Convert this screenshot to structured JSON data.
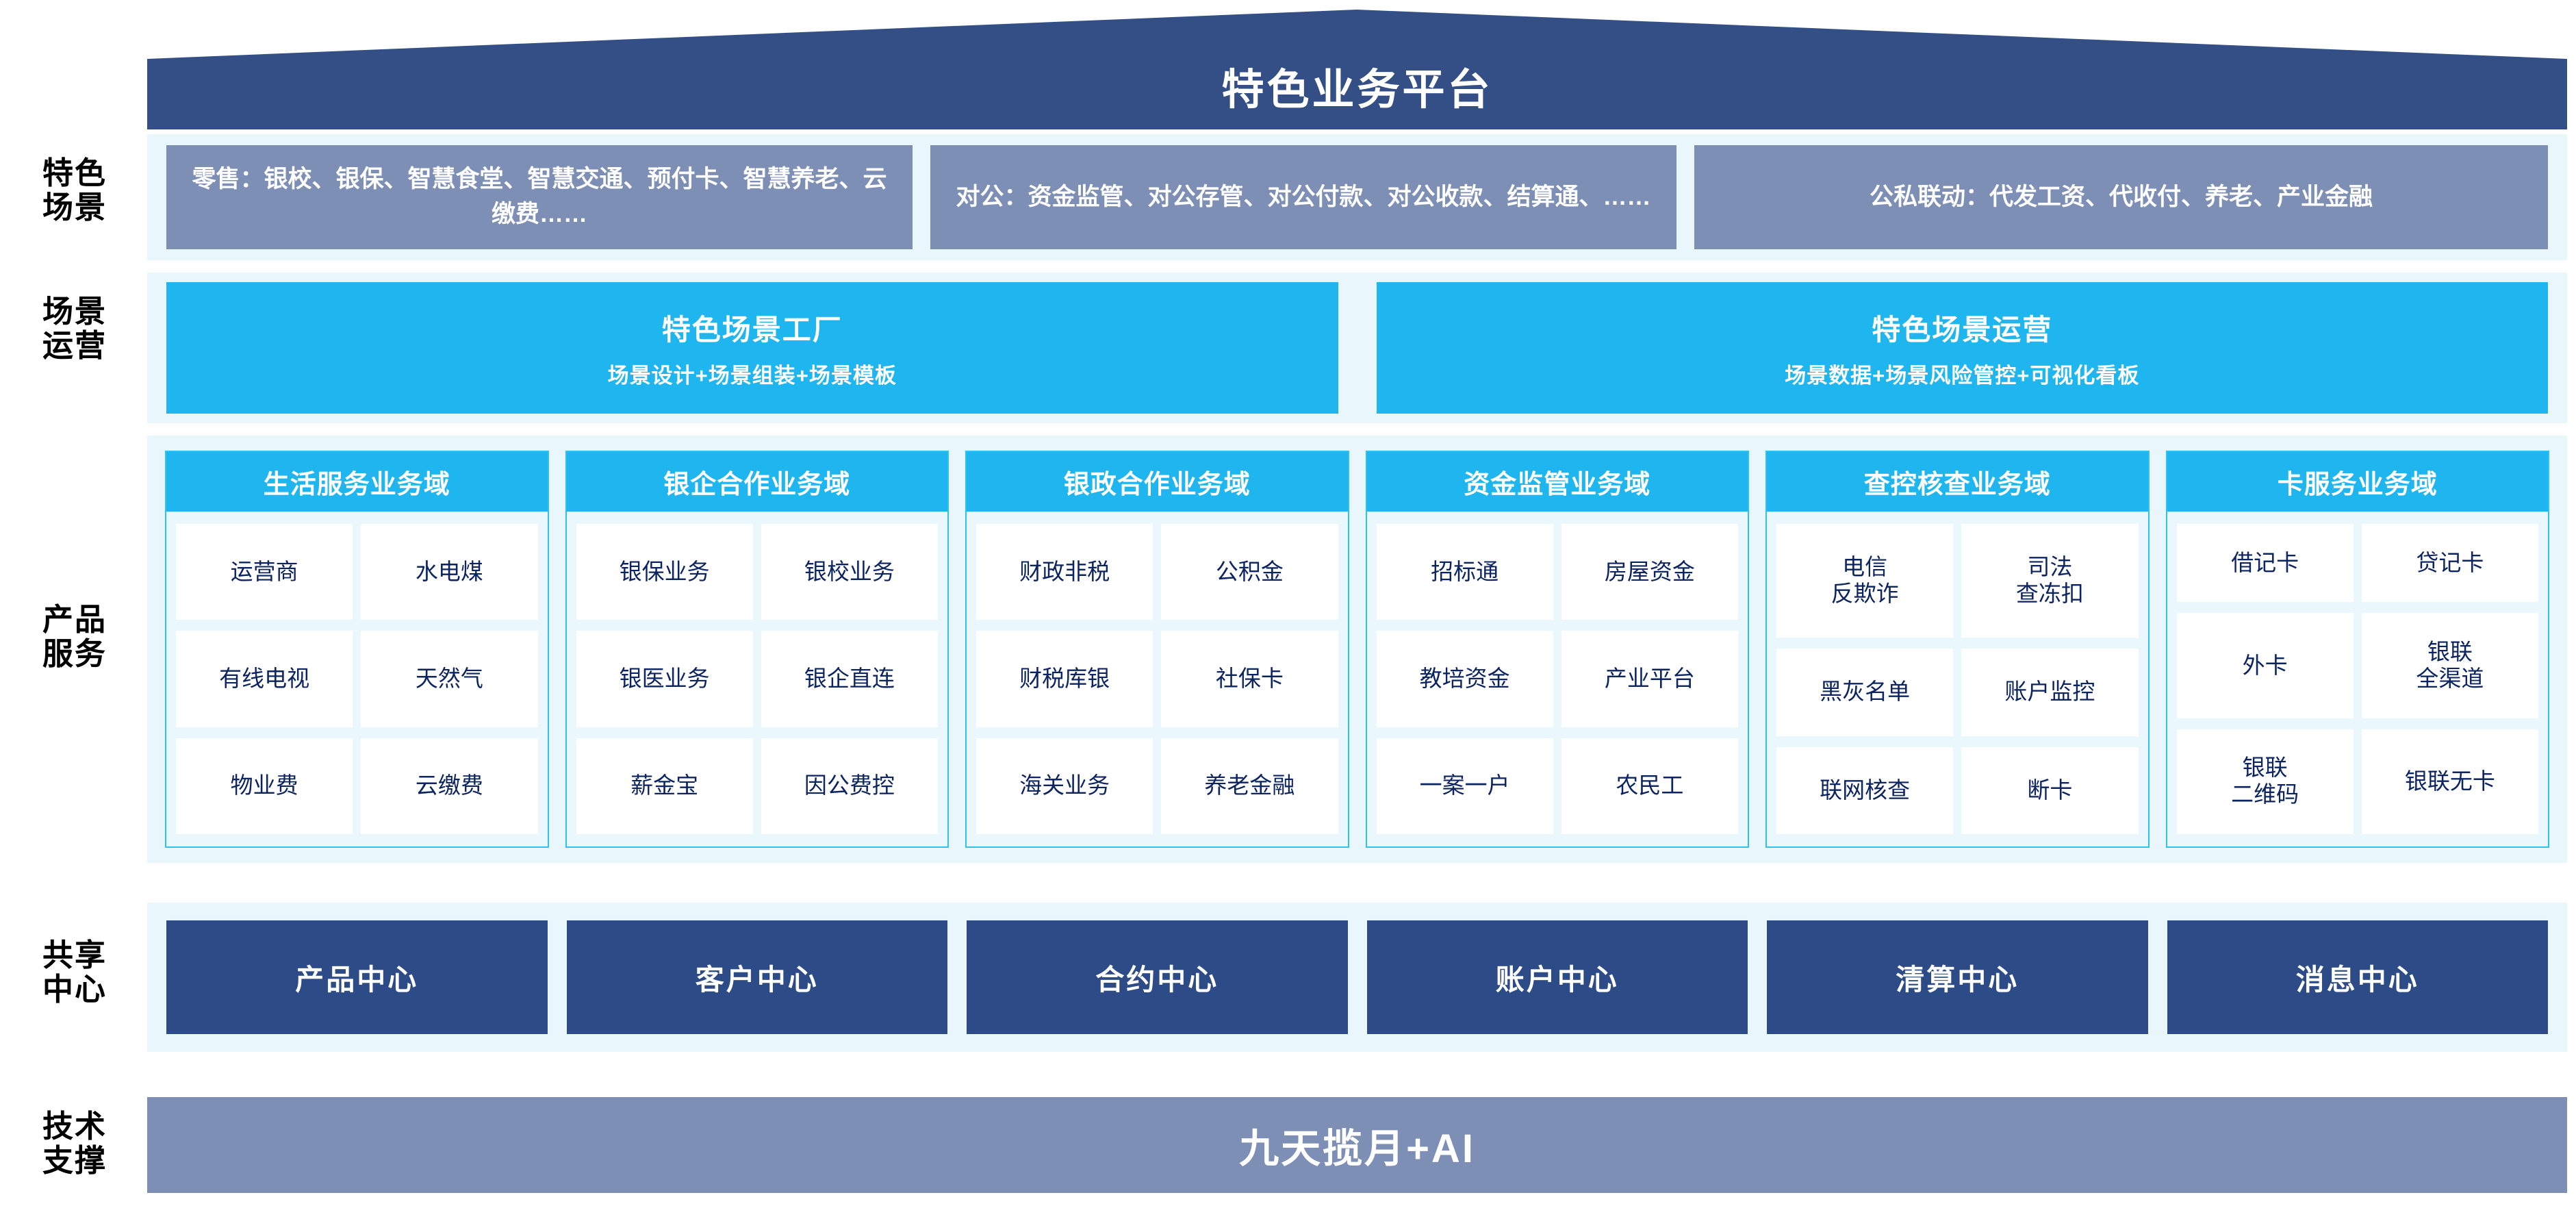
{
  "header": {
    "title": "特色业务平台",
    "roof_color": "#344e86"
  },
  "colors": {
    "band_bg": "#e9f7fd",
    "scene_box": "#7e8fb5",
    "cyan": "#1fb6ef",
    "cyan_border": "#2ec2f0",
    "navy": "#2d4b86",
    "tile_text": "#0c2461",
    "tech_bar": "#7e8fb5"
  },
  "rows": {
    "scenes": {
      "label": "特色\n场景",
      "boxes": [
        {
          "text": "零售：银校、银保、智慧食堂、智慧交通、预付卡、智慧养老、云缴费……"
        },
        {
          "text": "对公：资金监管、对公存管、对公付款、对公收款、结算通、……"
        },
        {
          "text": "公私联动：代发工资、代收付、养老、产业金融"
        }
      ]
    },
    "operations": {
      "label": "场景\n运营",
      "boxes": [
        {
          "title": "特色场景工厂",
          "sub": "场景设计+场景组装+场景模板"
        },
        {
          "title": "特色场景运营",
          "sub": "场景数据+场景风险管控+可视化看板"
        }
      ]
    },
    "products": {
      "label": "产品\n服务",
      "domains": [
        {
          "title": "生活服务业务域",
          "tiles": [
            "运营商",
            "水电煤",
            "有线电视",
            "天然气",
            "物业费",
            "云缴费"
          ]
        },
        {
          "title": "银企合作业务域",
          "tiles": [
            "银保业务",
            "银校业务",
            "银医业务",
            "银企直连",
            "薪金宝",
            "因公费控"
          ]
        },
        {
          "title": "银政合作业务域",
          "tiles": [
            "财政非税",
            "公积金",
            "财税库银",
            "社保卡",
            "海关业务",
            "养老金融"
          ]
        },
        {
          "title": "资金监管业务域",
          "tiles": [
            "招标通",
            "房屋资金",
            "教培资金",
            "产业平台",
            "一案一户",
            "农民工"
          ]
        },
        {
          "title": "查控核查业务域",
          "tiles": [
            "电信\n反欺诈",
            "司法\n查冻扣",
            "黑灰名单",
            "账户监控",
            "联网核查",
            "断卡"
          ]
        },
        {
          "title": "卡服务业务域",
          "tiles": [
            "借记卡",
            "贷记卡",
            "外卡",
            "银联\n全渠道",
            "银联\n二维码",
            "银联无卡"
          ]
        }
      ]
    },
    "shared": {
      "label": "共享\n中心",
      "centers": [
        "产品中心",
        "客户中心",
        "合约中心",
        "账户中心",
        "清算中心",
        "消息中心"
      ]
    },
    "tech": {
      "label": "技术\n支撑",
      "text": "九天揽月+AI"
    }
  }
}
